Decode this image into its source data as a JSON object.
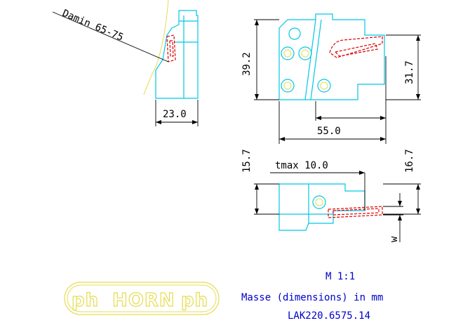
{
  "labels": {
    "damin": "Damin 65-75",
    "dim_23": "23.0",
    "dim_39_2": "39.2",
    "dim_31_7": "31.7",
    "dim_55": "55.0",
    "dim_15_7": "15.7",
    "dim_16_7": "16.7",
    "tmax": "tmax 10.0",
    "w": "w"
  },
  "info": {
    "scale": "M 1:1",
    "units": "Masse (dimensions) in mm",
    "part_number": "LAK220.6575.14"
  },
  "logo": {
    "text": "HORN",
    "left_mark": "ph",
    "right_mark": "ph"
  },
  "colors": {
    "outline": "#00c8e6",
    "dimension": "#000000",
    "cutter": "#e00000",
    "logo": "#e6dc50",
    "info_text": "#0000cc"
  }
}
